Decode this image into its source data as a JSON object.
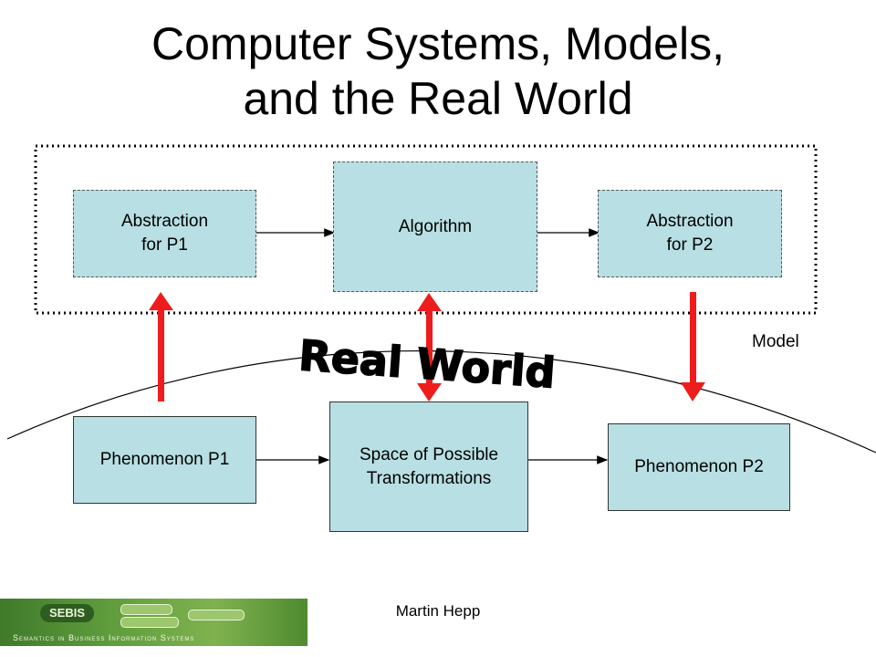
{
  "title": {
    "line1": "Computer Systems, Models,",
    "line2": "and the Real World"
  },
  "model": {
    "label": "Model",
    "boxes": [
      {
        "id": "abstraction-p1",
        "label": "Abstraction\nfor P1"
      },
      {
        "id": "algorithm",
        "label": "Algorithm"
      },
      {
        "id": "abstraction-p2",
        "label": "Abstraction\nfor P2"
      }
    ]
  },
  "real_world": {
    "banner": "Real World",
    "boxes": [
      {
        "id": "phenomenon-p1",
        "label": "Phenomenon P1"
      },
      {
        "id": "space-transformations",
        "label": "Space of Possible\nTransformations"
      },
      {
        "id": "phenomenon-p2",
        "label": "Phenomenon P2"
      }
    ]
  },
  "footer": {
    "author": "Martin Hepp",
    "logo_text": "SEBIS",
    "logo_subtitle": "Semantics in Business Information Systems"
  },
  "colors": {
    "box_fill": "#b8dfe3",
    "arrow_red": "#ee1c1c"
  }
}
